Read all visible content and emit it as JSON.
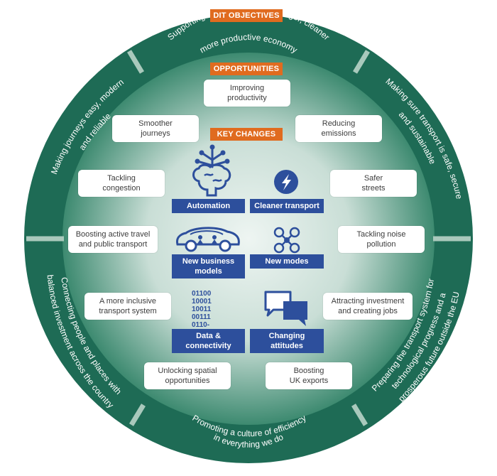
{
  "colors": {
    "ring": "#1e6b55",
    "inner_center": "#e8f1ed",
    "inner_edge": "#2f7c64",
    "orange": "#e06b1f",
    "blue": "#2d4f9c",
    "divider": "#a9c9bc"
  },
  "banners": {
    "dit_objectives": "DIT OBJECTIVES",
    "opportunities": "OPPORTUNITIES",
    "key_changes": "KEY CHANGES"
  },
  "objectives": {
    "top": "Supporting the creation of a stronger, cleaner more productive economy",
    "top_line1": "Supporting the creation of a stronger, cleaner",
    "top_line2": "more productive economy",
    "right_upper_line1": "Making sure transport is safe, secure",
    "right_upper_line2": "and sustainable",
    "right_lower_line1": "Preparing the transport system for",
    "right_lower_line2": "technological progress and a",
    "right_lower_line3": "prosperous future outside the EU",
    "bottom_line1": "Promoting a culture of efficiency",
    "bottom_line2": "in everything we do",
    "left_lower_line1": "Connecting people and places with",
    "left_lower_line2": "balanced investment across the country",
    "left_upper_line1": "Making journeys easy, modern",
    "left_upper_line2": "and reliable"
  },
  "opportunities": [
    {
      "id": "improving-productivity",
      "line1": "Improving",
      "line2": "productivity"
    },
    {
      "id": "smoother-journeys",
      "line1": "Smoother",
      "line2": "journeys"
    },
    {
      "id": "reducing-emissions",
      "line1": "Reducing",
      "line2": "emissions"
    },
    {
      "id": "tackling-congestion",
      "line1": "Tackling",
      "line2": "congestion"
    },
    {
      "id": "safer-streets",
      "line1": "Safer",
      "line2": "streets"
    },
    {
      "id": "boosting-active-travel",
      "line1": "Boosting active travel",
      "line2": "and public transport"
    },
    {
      "id": "tackling-noise",
      "line1": "Tackling noise",
      "line2": "pollution"
    },
    {
      "id": "inclusive-transport",
      "line1": "A more inclusive",
      "line2": "transport system"
    },
    {
      "id": "attracting-investment",
      "line1": "Attracting investment",
      "line2": "and creating jobs"
    },
    {
      "id": "spatial-opportunities",
      "line1": "Unlocking spatial",
      "line2": "opportunities"
    },
    {
      "id": "uk-exports",
      "line1": "Boosting",
      "line2": "UK exports"
    }
  ],
  "key_changes": [
    {
      "id": "automation",
      "line1": "Automation",
      "line2": "",
      "icon": "brain-circuit-icon"
    },
    {
      "id": "cleaner-transport",
      "line1": "Cleaner transport",
      "line2": "",
      "icon": "lightning-bolt-icon"
    },
    {
      "id": "new-business-models",
      "line1": "New business",
      "line2": "models",
      "icon": "autonomous-car-icon"
    },
    {
      "id": "new-modes",
      "line1": "New modes",
      "line2": "",
      "icon": "drone-icon"
    },
    {
      "id": "data-connectivity",
      "line1": "Data &",
      "line2": "connectivity",
      "icon": "binary-data-icon"
    },
    {
      "id": "changing-attitudes",
      "line1": "Changing",
      "line2": "attitudes",
      "icon": "speech-bubbles-icon"
    }
  ],
  "binary_rows": [
    "01100",
    "10001",
    "10011",
    "00111",
    "0110-"
  ]
}
